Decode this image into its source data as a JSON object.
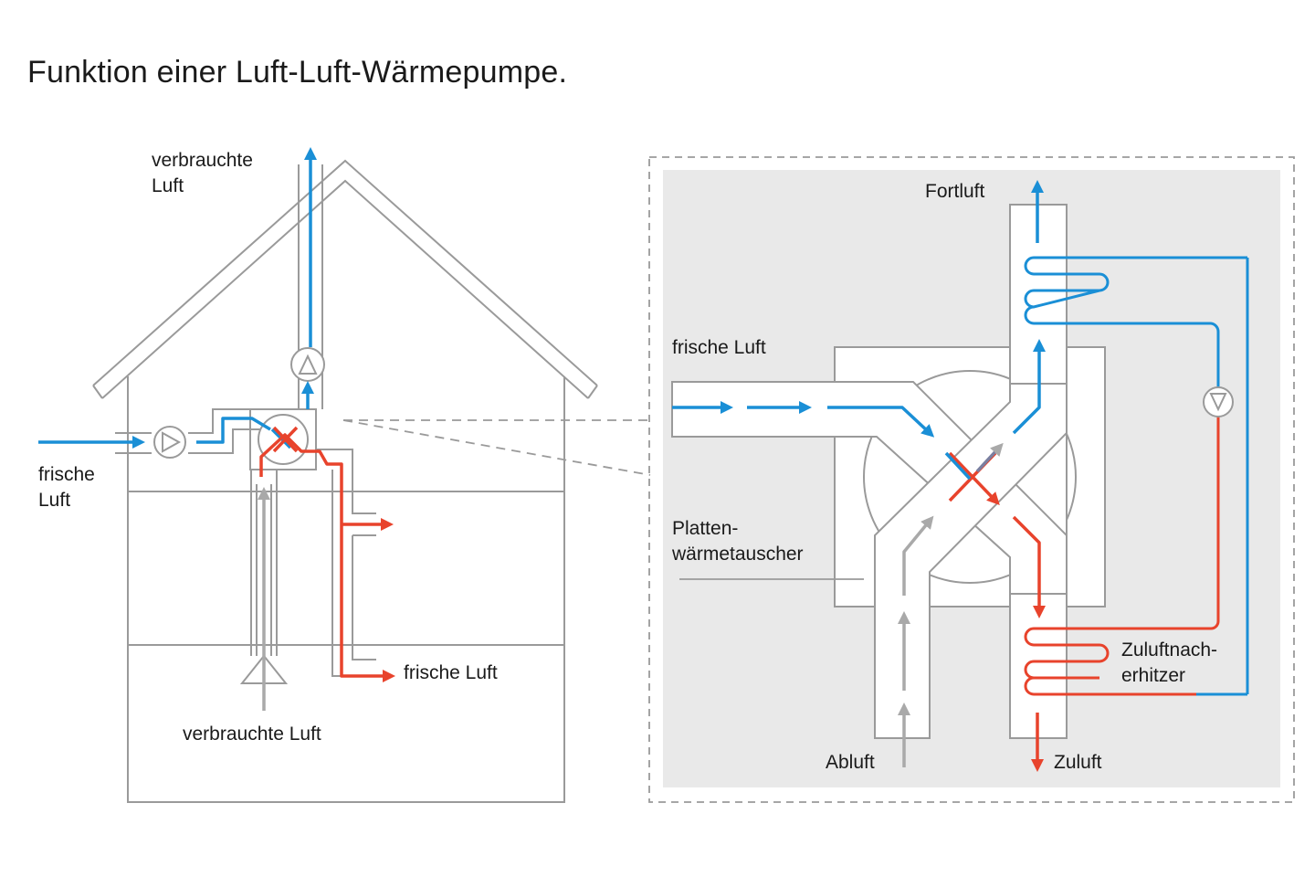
{
  "title": "Funktion einer Luft-Luft-Wärmepumpe.",
  "colors": {
    "cold_air": "#1a8fd6",
    "warm_air": "#e8432c",
    "exhaust_air": "#a9a9a9",
    "outline": "#9a9a9a",
    "detail_background": "#e9e9e9"
  },
  "house": {
    "labels": {
      "stale_air_out": [
        "verbrauchte",
        "Luft"
      ],
      "fresh_air_in": [
        "frische",
        "Luft"
      ],
      "fresh_air_supply": "frische Luft",
      "stale_air_extract": "verbrauchte Luft"
    }
  },
  "detail": {
    "labels": {
      "exhaust_out": "Fortluft",
      "fresh_air_in": "frische Luft",
      "exchanger": [
        "Platten-",
        "wärmetauscher"
      ],
      "extract_in": "Abluft",
      "supply_out": "Zuluft",
      "reheater": [
        "Zuluftnach-",
        "erhitzer"
      ]
    }
  }
}
